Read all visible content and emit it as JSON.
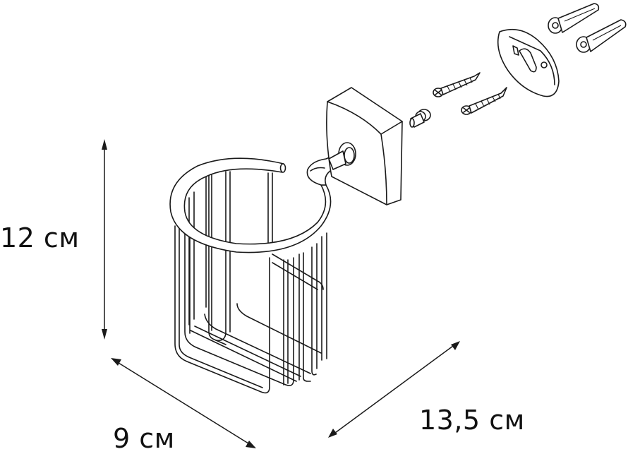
{
  "figure": {
    "type": "technical product drawing",
    "subject": "wall-mounted wire basket holder with mounting hardware",
    "colors": {
      "line": "#1a1a1a",
      "background": "#ffffff",
      "text": "#111111"
    }
  },
  "dimensions": {
    "height": {
      "label": "12 см",
      "axis": "vertical"
    },
    "width": {
      "label": "9 см",
      "axis": "diagonal-left"
    },
    "depth": {
      "label": "13,5 см",
      "axis": "diagonal-right"
    }
  },
  "parts": [
    {
      "name": "wire basket with ring"
    },
    {
      "name": "wall flange / escutcheon"
    },
    {
      "name": "mounting bracket"
    },
    {
      "name": "wood screw",
      "count": 2
    },
    {
      "name": "machine screw with washer",
      "count": 1
    },
    {
      "name": "wall plug / dowel",
      "count": 2
    }
  ]
}
